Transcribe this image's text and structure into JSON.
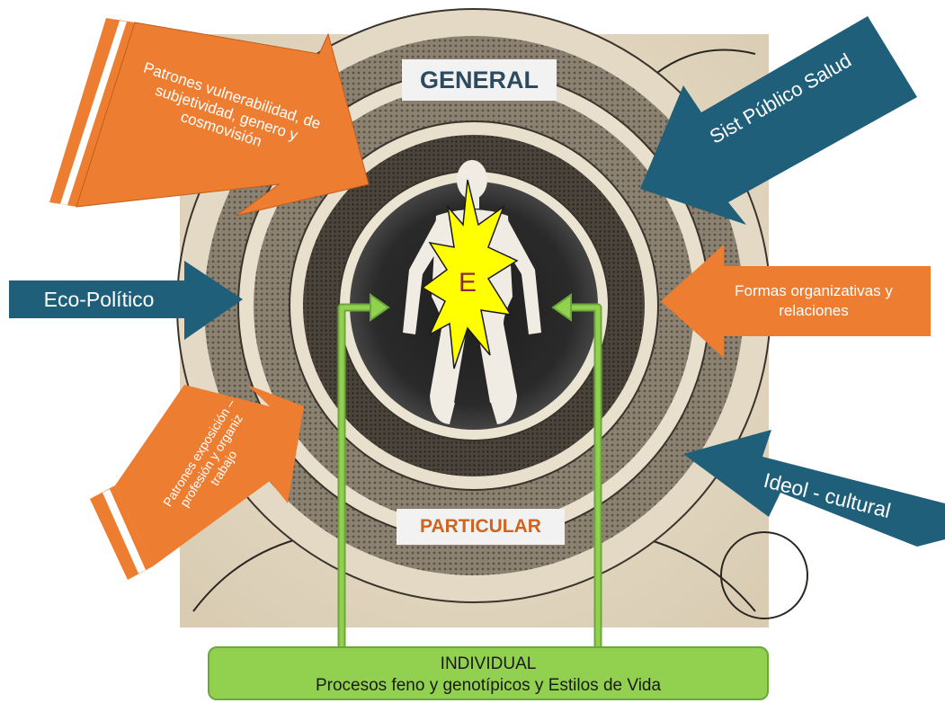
{
  "diagram": {
    "top_label": "GENERAL",
    "bottom_label": "PARTICULAR",
    "center_letter": "E",
    "arrows": {
      "top_left": "Patrones vulnerabilidad, de subjetividad, genero y cosmovisión",
      "top_right": "Sist Público Salud",
      "left": "Eco-Político",
      "right": "Formas organizativas y relaciones",
      "bottom_left": "Patrones exposición – profesión y organiz trabajo",
      "bottom_right": "Ideol - cultural"
    },
    "individual": {
      "title": "INDIVIDUAL",
      "subtitle": "Procesos feno y genotípicos y Estilos de Vida"
    },
    "colors": {
      "orange": "#ed7d31",
      "blue": "#1f5f7a",
      "green": "#92d050",
      "lightning": "#ffff00"
    }
  }
}
